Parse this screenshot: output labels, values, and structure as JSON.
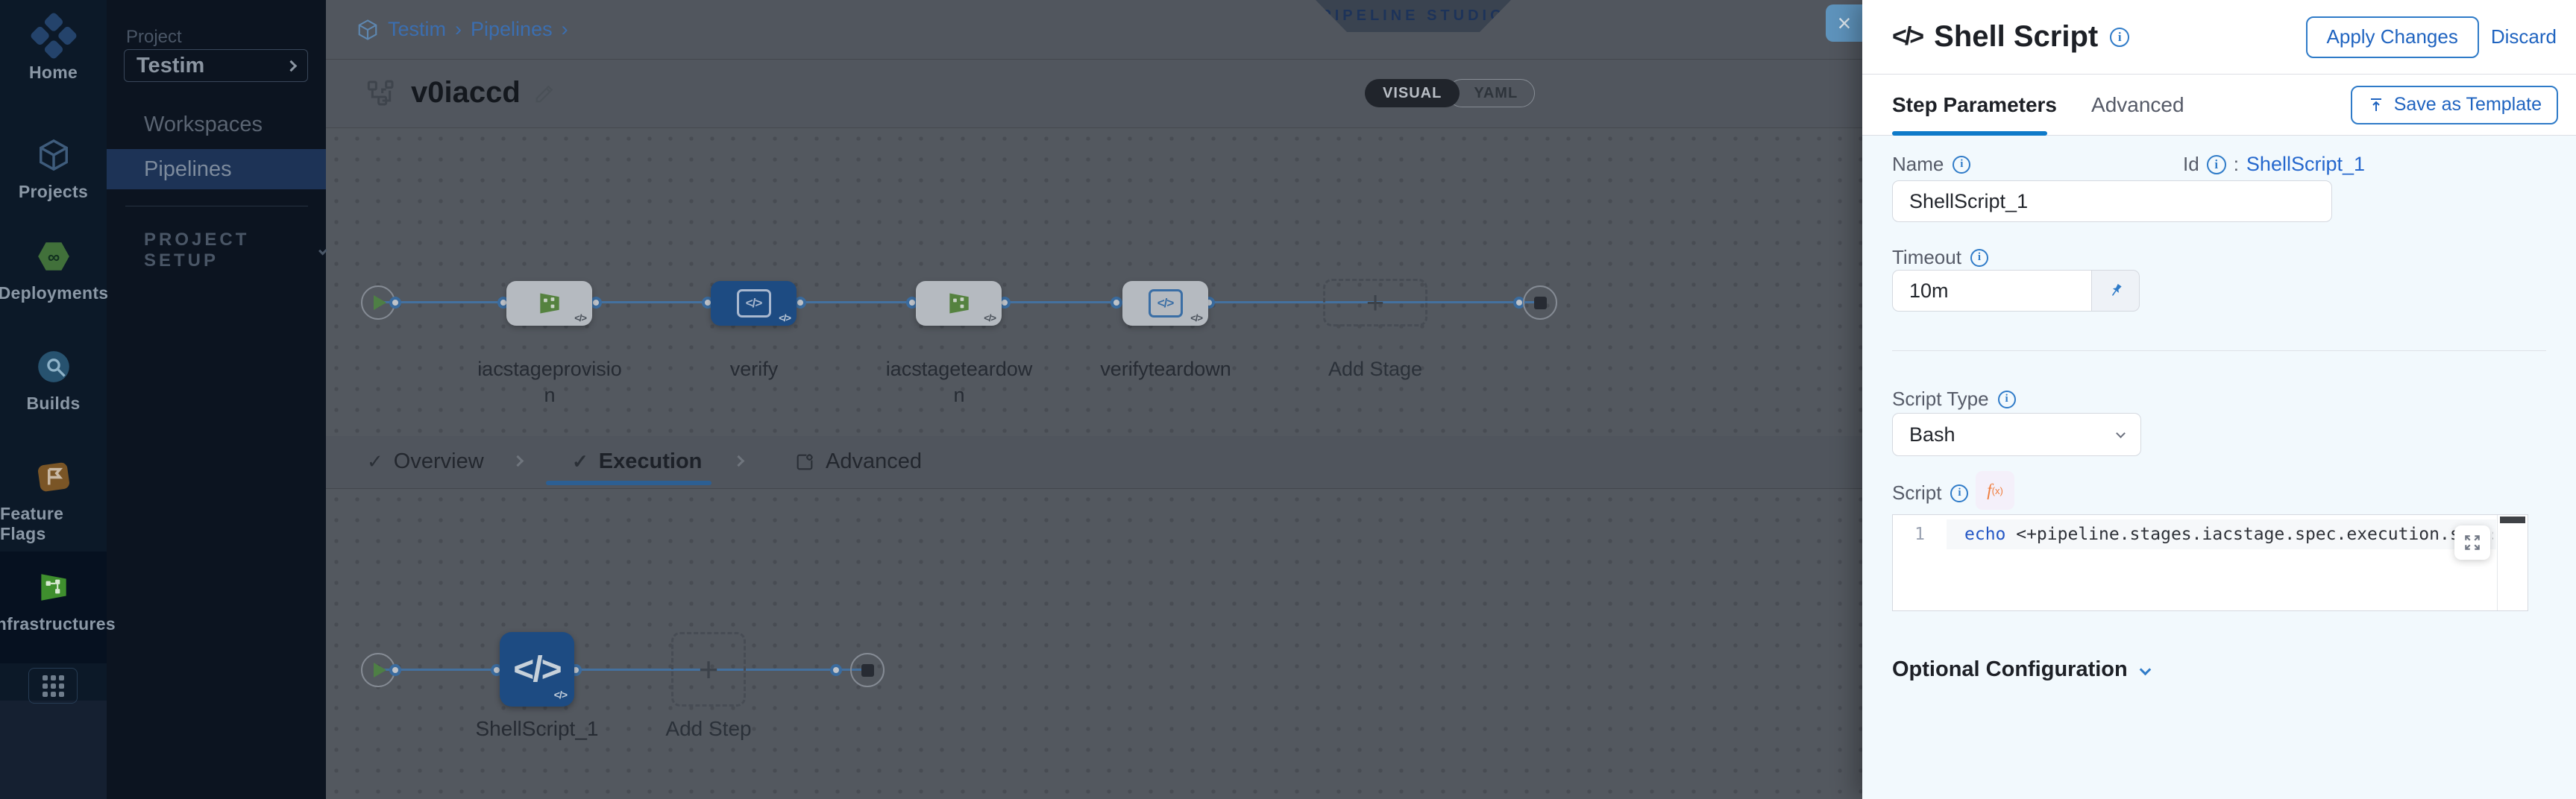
{
  "sidebar": {
    "items": [
      {
        "label": "Home"
      },
      {
        "label": "Projects"
      },
      {
        "label": "Deployments"
      },
      {
        "label": "Builds"
      },
      {
        "label": "Feature Flags"
      },
      {
        "label": "Infrastructures"
      }
    ]
  },
  "project_panel": {
    "section_label": "Project",
    "project_name": "Testim",
    "workspaces_label": "Workspaces",
    "pipelines_label": "Pipelines",
    "setup_label": "PROJECT SETUP"
  },
  "header": {
    "breadcrumb_project": "Testim",
    "breadcrumb_section": "Pipelines",
    "crumb_sep": "›",
    "studio_badge": "PIPELINE STUDIO",
    "pipeline_name": "v0iaccd",
    "toggle_visual": "VISUAL",
    "toggle_yaml": "YAML"
  },
  "stage_graph": {
    "stages": [
      {
        "name": "iacstageprovision",
        "type": "infrastructure"
      },
      {
        "name": "verify",
        "type": "custom",
        "selected": true
      },
      {
        "name": "iacstageteardown",
        "type": "infrastructure"
      },
      {
        "name": "verifyteardown",
        "type": "custom"
      }
    ],
    "add_stage_label": "Add Stage",
    "badge_glyph": "</>",
    "custom_icon_glyph": "</>"
  },
  "flow_tabs": {
    "overview": "Overview",
    "execution": "Execution",
    "advanced": "Advanced",
    "tick": "✓",
    "active": "Execution"
  },
  "execution_graph": {
    "step_name": "ShellScript_1",
    "step_icon_glyph": "</>",
    "add_step_label": "Add Step",
    "badge_glyph": "</>"
  },
  "drawer": {
    "close_glyph": "×",
    "icon_glyph": "</>",
    "title": "Shell Script",
    "apply_label": "Apply Changes",
    "discard_label": "Discard",
    "tab_step_parameters": "Step Parameters",
    "tab_advanced": "Advanced",
    "active_tab": "Step Parameters",
    "save_template_label": "Save as Template",
    "name_label": "Name",
    "name_value": "ShellScript_1",
    "id_label": "Id",
    "id_separator": ":",
    "id_value": "ShellScript_1",
    "timeout_label": "Timeout",
    "timeout_value": "10m",
    "script_type_label": "Script Type",
    "script_type_value": "Bash",
    "script_label": "Script",
    "fx_left": "f",
    "fx_sub": "(x)",
    "editor": {
      "line_number": "1",
      "keyword": "echo",
      "code_rest": " <+pipeline.stages.iacstage.spec.execution.steps.appl"
    },
    "optional_config_label": "Optional Configuration",
    "info_glyph": "i"
  },
  "colors": {
    "primary_blue": "#0f7ac9",
    "link_blue": "#2064c0",
    "selected_node_blue": "#1d4b82",
    "sidebar_bg": "#0c1928",
    "form_bg": "#f2f9fd"
  }
}
